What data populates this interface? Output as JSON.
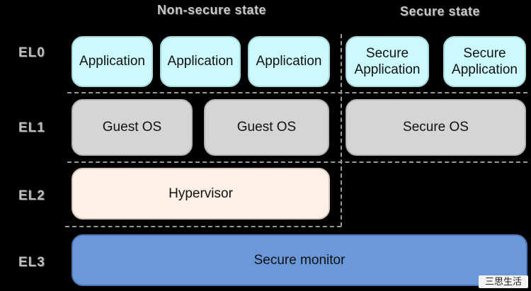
{
  "headers": {
    "non_secure": "Non-secure state",
    "secure": "Secure state"
  },
  "levels": {
    "el0": "EL0",
    "el1": "EL1",
    "el2": "EL2",
    "el3": "EL3"
  },
  "el0": {
    "apps": [
      "Application",
      "Application",
      "Application"
    ],
    "secure_apps": [
      "Secure Application",
      "Secure Application"
    ]
  },
  "el1": {
    "guest_os": [
      "Guest OS",
      "Guest OS"
    ],
    "secure_os": "Secure OS"
  },
  "el2": {
    "hypervisor": "Hypervisor"
  },
  "el3": {
    "monitor": "Secure monitor"
  },
  "watermark": "三思生活",
  "colors": {
    "application": "#ccf9fb",
    "os": "#d5d5d5",
    "hypervisor": "#fdf0e6",
    "monitor": "#6b98da",
    "background": "#000000"
  }
}
